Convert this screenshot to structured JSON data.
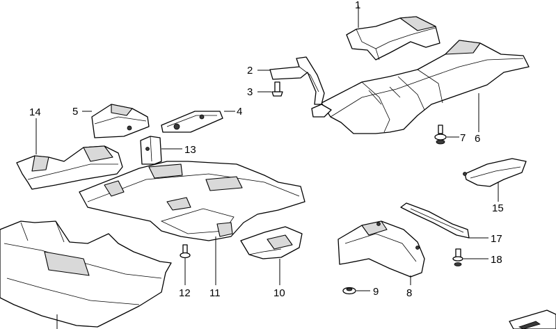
{
  "callouts": [
    {
      "id": "1",
      "text": "1"
    },
    {
      "id": "2",
      "text": "2"
    },
    {
      "id": "3",
      "text": "3"
    },
    {
      "id": "4",
      "text": "4"
    },
    {
      "id": "5",
      "text": "5"
    },
    {
      "id": "6",
      "text": "6"
    },
    {
      "id": "7",
      "text": "7"
    },
    {
      "id": "8",
      "text": "8"
    },
    {
      "id": "9",
      "text": "9"
    },
    {
      "id": "10",
      "text": "10"
    },
    {
      "id": "11",
      "text": "11"
    },
    {
      "id": "12",
      "text": "12"
    },
    {
      "id": "13",
      "text": "13"
    },
    {
      "id": "14",
      "text": "14"
    },
    {
      "id": "15",
      "text": "15"
    },
    {
      "id": "17",
      "text": "17"
    },
    {
      "id": "18",
      "text": "18"
    }
  ],
  "corner_icon": "page-corner-icon"
}
